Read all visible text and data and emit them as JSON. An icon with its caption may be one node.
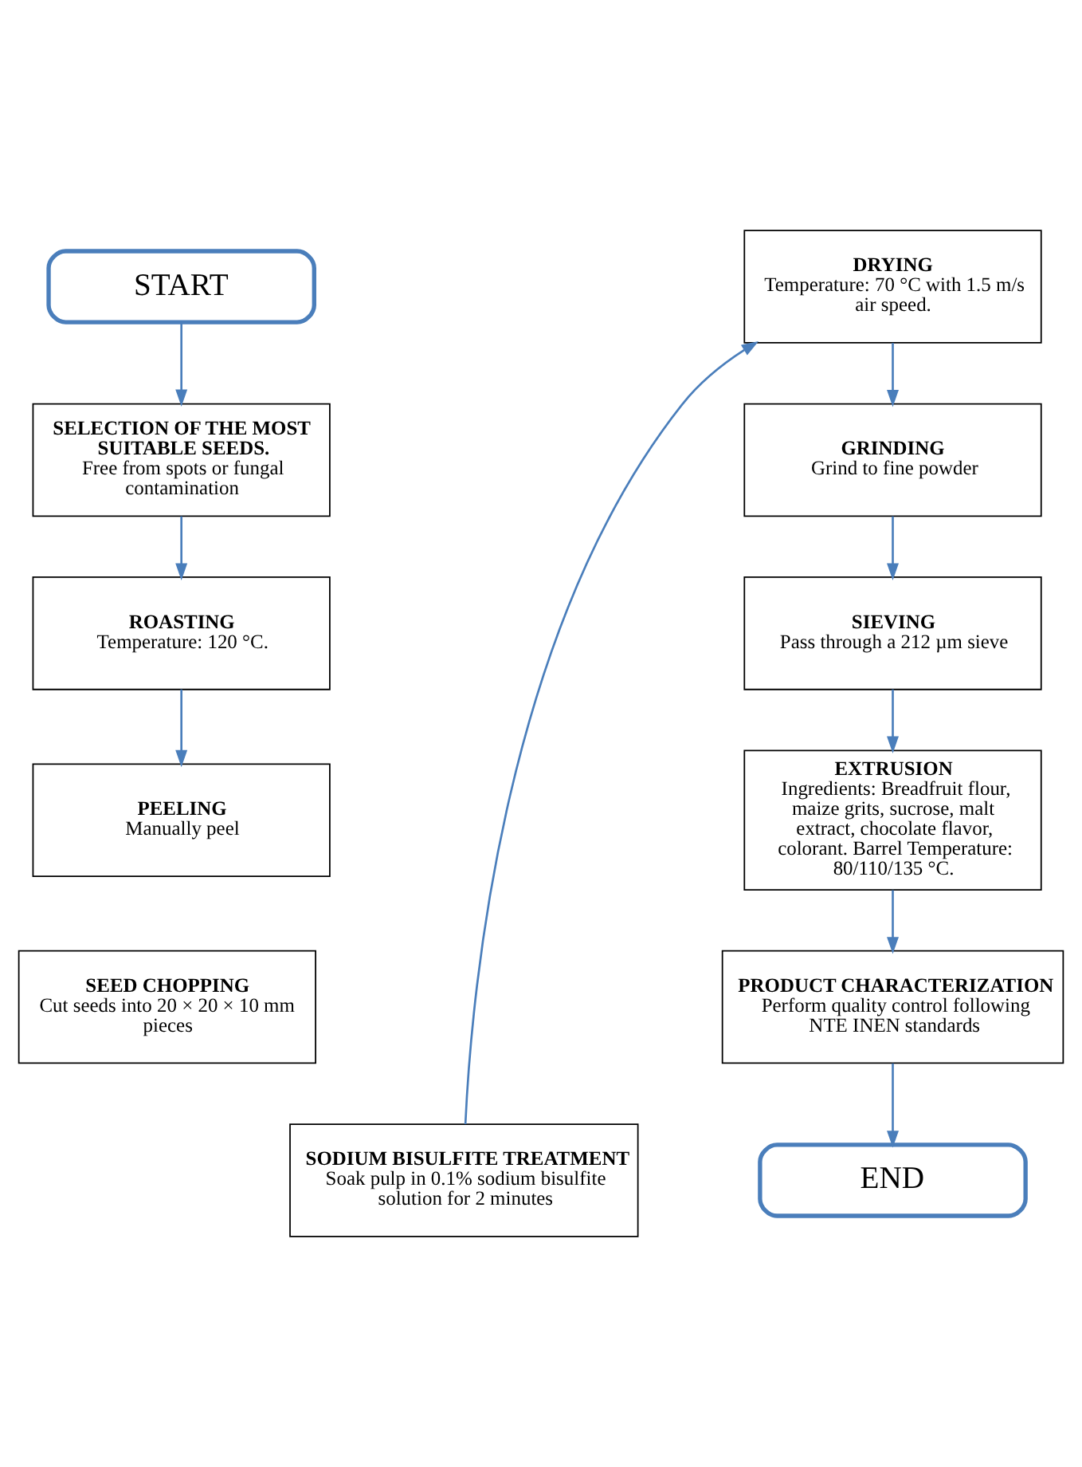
{
  "diagram": {
    "nodes": [
      {
        "text": [
          "START"
        ]
      },
      {
        "text": [
          "SELECTION OF THE MOST SUITABLE SEEDS.",
          "Free from spots or fungal contamination"
        ]
      },
      {
        "text": [
          "ROASTING",
          "Temperature: 120 °C."
        ]
      },
      {
        "text": [
          "PEELING",
          "Manually peel"
        ]
      },
      {
        "text": [
          "SEED CHOPPING",
          "Cut seeds into 20 × 20 × 10 mm pieces"
        ]
      },
      {
        "text": [
          "SODIUM BISULFITE TREATMENT",
          "Soak pulp in 0.1% sodium bisulfite solution for 2 minutes"
        ]
      },
      {
        "text": [
          "DRYING",
          "Temperature: 70 °C with 1.5 m/s air speed."
        ]
      },
      {
        "text": [
          "GRINDING",
          "Grind to fine powder"
        ]
      },
      {
        "text": [
          "SIEVING",
          "Pass through a 212 µm sieve"
        ]
      },
      {
        "text": [
          "EXTRUSION",
          "Ingredients: Breadfruit flour, maize grits, sucrose, malt extract, chocolate flavor, colorant. Barrel Temperature: 80/110/135 °C."
        ]
      },
      {
        "text": [
          "PRODUCT CHARACTERIZATION",
          "Perform quality control following NTE INEN standards"
        ]
      },
      {
        "text": [
          "END"
        ]
      }
    ],
    "edges": [
      {
        "from": 0,
        "to": 1,
        "arrow": "to"
      },
      {
        "from": 1,
        "to": 2,
        "arrow": "to"
      },
      {
        "from": 2,
        "to": 3,
        "arrow": "to"
      },
      {
        "from": 5,
        "to": 6,
        "arrow": "to"
      },
      {
        "from": 6,
        "to": 7,
        "arrow": "to"
      },
      {
        "from": 7,
        "to": 8,
        "arrow": "to"
      },
      {
        "from": 8,
        "to": 9,
        "arrow": "to"
      },
      {
        "from": 9,
        "to": 10,
        "arrow": "to"
      },
      {
        "from": 10,
        "to": 11,
        "arrow": "to"
      }
    ]
  }
}
